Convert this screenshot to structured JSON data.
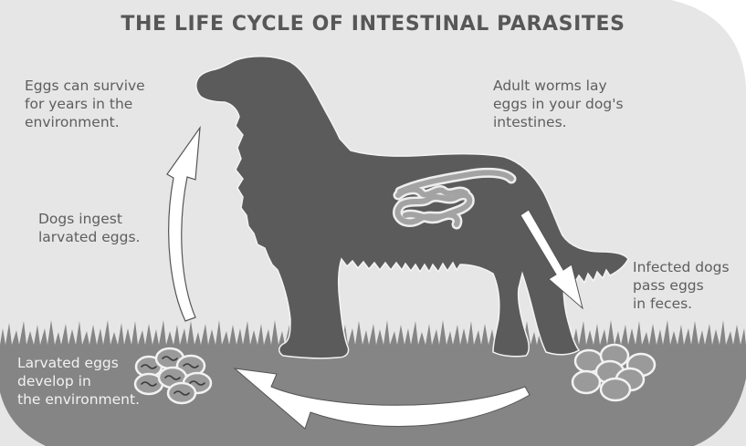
{
  "title": "THE LIFE CYCLE OF INTESTINAL PARASITES",
  "captions": {
    "eggs_survive": "Eggs can survive\nfor years in the\nenvironment.",
    "adult_worms": "Adult worms lay\neggs in your dog's\nintestines.",
    "dogs_ingest": "Dogs ingest\nlarvated eggs.",
    "infected_pass": "Infected dogs\npass eggs\nin feces.",
    "larvated_develop": "Larvated eggs\ndevelop in\nthe environment."
  },
  "colors": {
    "background": "#e6e6e6",
    "ground": "#858585",
    "dog": "#5b5b5b",
    "title_text": "#575757",
    "caption_text": "#5e5e5e",
    "caption_light": "#f2f2f2",
    "arrow_fill": "#ffffff",
    "egg_fill": "#9a9a9a",
    "worm_fill": "#a3a3a3"
  },
  "cycle_steps": [
    "Adult worms lay eggs in your dog's intestines.",
    "Infected dogs pass eggs in feces.",
    "Larvated eggs develop in the environment.",
    "Dogs ingest larvated eggs.",
    "Eggs can survive for years in the environment."
  ]
}
